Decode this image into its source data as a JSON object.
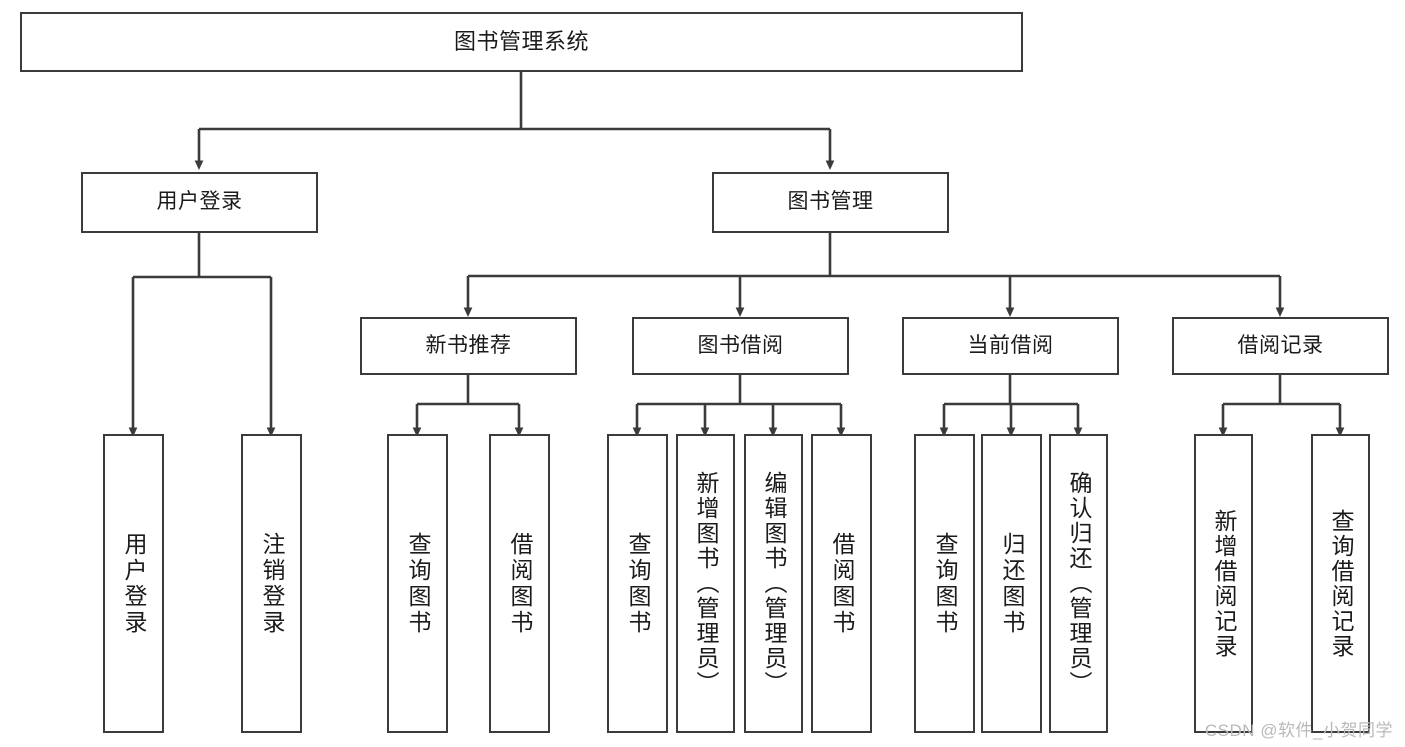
{
  "diagram": {
    "title": "图书管理系统",
    "type": "tree-hierarchy-diagram",
    "watermark": "CSDN @软件_小贺同学",
    "colors": {
      "background": "#ffffff",
      "box_border": "#3b3b3b",
      "box_fill": "#ffffff",
      "connector": "#3b3b3b",
      "text": "#1b1b1b",
      "watermark": "#b9b9b9"
    },
    "root": {
      "label": "图书管理系统"
    },
    "level1": [
      {
        "label": "用户登录"
      },
      {
        "label": "图书管理"
      }
    ],
    "level2": [
      {
        "label": "新书推荐"
      },
      {
        "label": "图书借阅"
      },
      {
        "label": "当前借阅"
      },
      {
        "label": "借阅记录"
      }
    ],
    "leaves": {
      "user_login": [
        {
          "label": "用户登录"
        },
        {
          "label": "注销登录"
        }
      ],
      "new_book_recommend": [
        {
          "label": "查询图书"
        },
        {
          "label": "借阅图书"
        }
      ],
      "book_borrow": [
        {
          "label": "查询图书"
        },
        {
          "label": "新增图书（管理员）"
        },
        {
          "label": "编辑图书（管理员）"
        },
        {
          "label": "借阅图书"
        }
      ],
      "current_borrow": [
        {
          "label": "查询图书"
        },
        {
          "label": "归还图书"
        },
        {
          "label": "确认归还（管理员）"
        }
      ],
      "borrow_record": [
        {
          "label": "新增借阅记录"
        },
        {
          "label": "查询借阅记录"
        }
      ]
    }
  }
}
